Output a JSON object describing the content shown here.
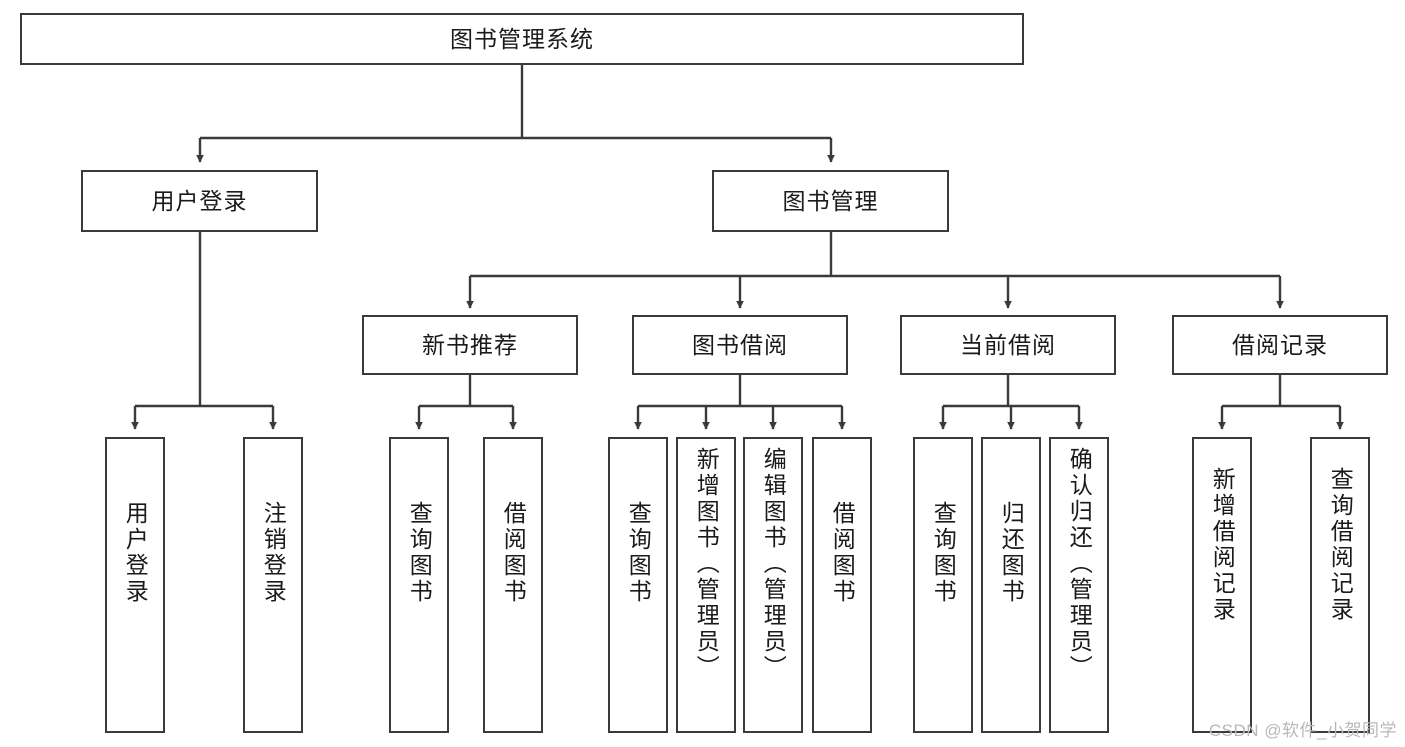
{
  "diagram": {
    "title": "图书管理系统",
    "type": "tree-hierarchy",
    "watermark": "CSDN @软件_小贺同学",
    "colors": {
      "stroke": "#3a3a3a",
      "fill": "#ffffff",
      "text": "#1a1a1a",
      "watermark": "#b8b8b8"
    },
    "nodes": {
      "root": {
        "label": "图书管理系统"
      },
      "level2": [
        {
          "id": "user-login",
          "label": "用户登录"
        },
        {
          "id": "book-manage",
          "label": "图书管理"
        }
      ],
      "level3": [
        {
          "id": "new-book-recommend",
          "label": "新书推荐"
        },
        {
          "id": "book-borrow",
          "label": "图书借阅"
        },
        {
          "id": "current-borrow",
          "label": "当前借阅"
        },
        {
          "id": "borrow-record",
          "label": "借阅记录"
        }
      ],
      "leaves": {
        "user-login": [
          {
            "id": "leaf-user-login",
            "label": "用户登录"
          },
          {
            "id": "leaf-logout",
            "label": "注销登录"
          }
        ],
        "new-book-recommend": [
          {
            "id": "leaf-query-book-1",
            "label": "查询图书"
          },
          {
            "id": "leaf-borrow-book-1",
            "label": "借阅图书"
          }
        ],
        "book-borrow": [
          {
            "id": "leaf-query-book-2",
            "label": "查询图书"
          },
          {
            "id": "leaf-add-book",
            "label": "新增图书（管理员）"
          },
          {
            "id": "leaf-edit-book",
            "label": "编辑图书（管理员）"
          },
          {
            "id": "leaf-borrow-book-2",
            "label": "借阅图书"
          }
        ],
        "current-borrow": [
          {
            "id": "leaf-query-book-3",
            "label": "查询图书"
          },
          {
            "id": "leaf-return-book",
            "label": "归还图书"
          },
          {
            "id": "leaf-confirm-return",
            "label": "确认归还（管理员）"
          }
        ],
        "borrow-record": [
          {
            "id": "leaf-add-record",
            "label": "新增借阅记录"
          },
          {
            "id": "leaf-query-record",
            "label": "查询借阅记录"
          }
        ]
      }
    }
  }
}
